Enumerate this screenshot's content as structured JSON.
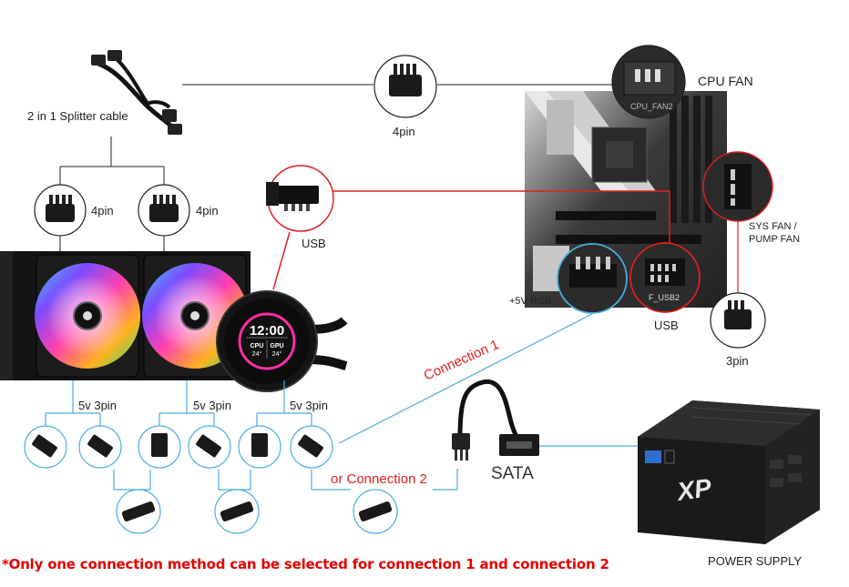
{
  "labels": {
    "splitter": "2 in 1 Splitter cable",
    "cpu_fan_4pin": "4pin",
    "cpu_fan": "CPU FAN",
    "fan1_4pin": "4pin",
    "fan2_4pin": "4pin",
    "usb_cable": "USB",
    "sys_fan": "SYS FAN /",
    "pump_fan": "PUMP FAN",
    "rgb_5v": "+5V RGB",
    "usb_header": "USB",
    "pin3": "3pin",
    "conn1": "Connection 1",
    "conn2": "or Connection 2",
    "sata": "SATA",
    "power_supply": "POWER SUPPLY",
    "argb1": "5v 3pin",
    "argb2": "5v 3pin",
    "argb3": "5v 3pin",
    "header_cpu_fan2": "CPU_FAN2",
    "header_f_usb2": "F_USB2",
    "warning": "*Only one connection method can be selected for connection 1 and connection 2"
  },
  "pump_display": {
    "time": "12:00",
    "cpu_label": "CPU",
    "cpu_temp": "24°",
    "gpu_label": "GPU",
    "gpu_temp": "24°"
  },
  "psu": {
    "brand_mark": "XP"
  },
  "colors": {
    "red_wire": "#e02020",
    "blue_wire": "#4aaee0",
    "warning": "#e60000"
  }
}
